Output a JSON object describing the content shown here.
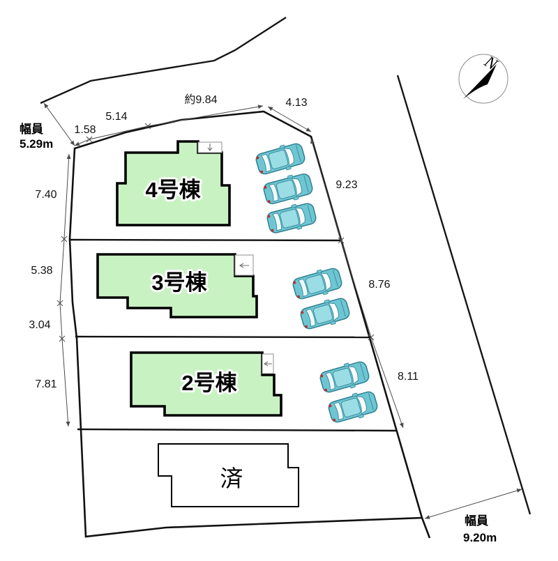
{
  "buildings": {
    "b4": "4号棟",
    "b3": "3号棟",
    "b2": "2号棟",
    "sold": "済"
  },
  "dims": {
    "top_1_58": "1.58",
    "top_5_14": "5.14",
    "top_9_84": "約9.84",
    "top_4_13": "4.13",
    "left_7_40": "7.40",
    "left_5_38": "5.38",
    "left_3_04": "3.04",
    "left_7_81": "7.81",
    "right_9_23": "9.23",
    "right_8_76": "8.76",
    "right_8_11": "8.11"
  },
  "roads": {
    "left": {
      "label": "幅員",
      "width": "5.29m"
    },
    "right": {
      "label": "幅員",
      "width": "9.20m"
    }
  },
  "compass": {
    "north_label": "N"
  },
  "colors": {
    "building_fill": "#c9f2c3",
    "car_body": "#6ec6d2",
    "car_roof": "#9adde4",
    "car_outline": "#2e7f91",
    "tail_light": "#b53434"
  }
}
